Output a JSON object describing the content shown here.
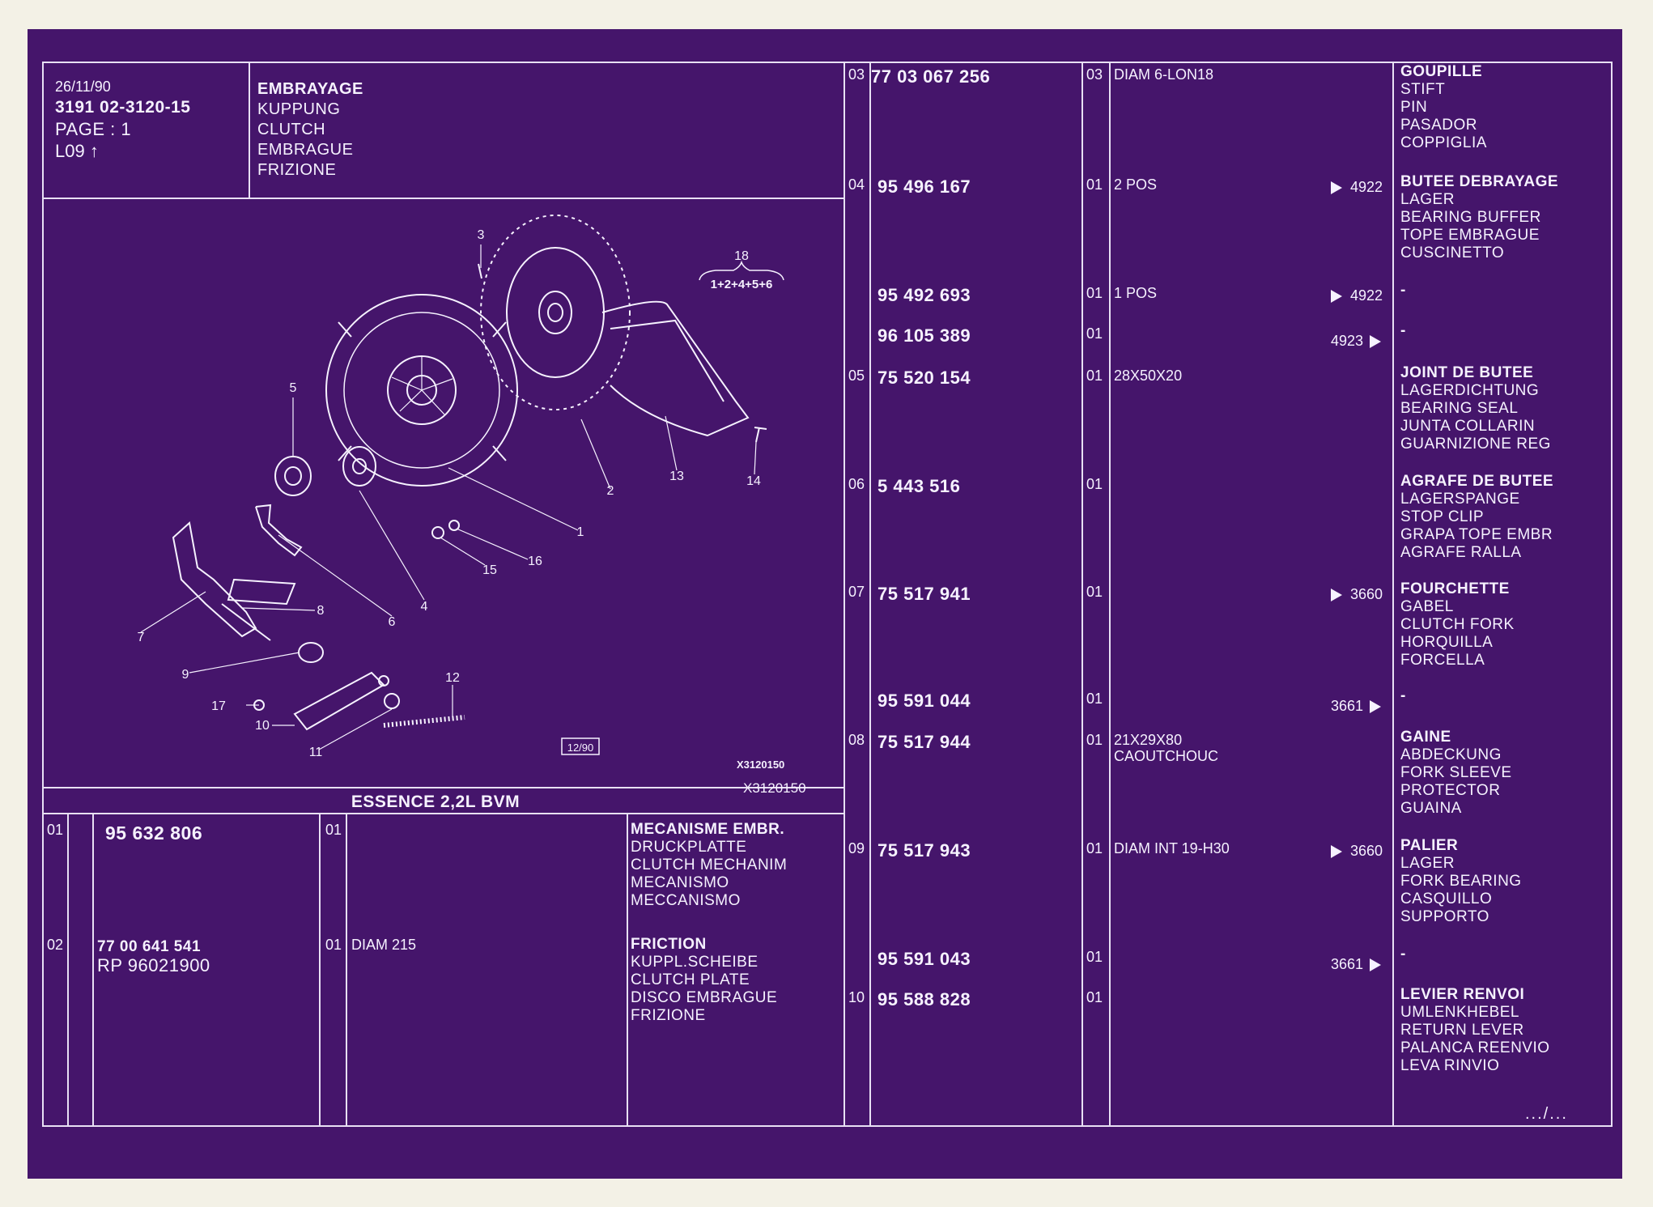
{
  "header": {
    "date": "26/11/90",
    "ref_number": "3191  02-3120-15",
    "page": "PAGE : 1",
    "code": "L09",
    "titles": [
      "EMBRAYAGE",
      "KUPPUNG",
      "CLUTCH",
      "EMBRAGUE",
      "FRIZIONE"
    ]
  },
  "diagram": {
    "stamp": "12/90",
    "code_small": "X3120150",
    "code_large": "X3120150",
    "group_label": "18",
    "group_formula": "1+2+4+5+6",
    "callouts": [
      "1",
      "2",
      "3",
      "4",
      "5",
      "6",
      "7",
      "8",
      "9",
      "10",
      "11",
      "12",
      "13",
      "14",
      "15",
      "16",
      "17"
    ]
  },
  "section_title": "ESSENCE 2,2L BVM",
  "left_rows": [
    {
      "item": "01",
      "part": "95 632 806",
      "part2": "",
      "qty": "01",
      "spec": "",
      "desc": [
        "MECANISME EMBR.",
        "DRUCKPLATTE",
        "CLUTCH MECHANIM",
        "MECANISMO",
        "MECCANISMO"
      ]
    },
    {
      "item": "02",
      "part": "77 00 641 541",
      "part2": "RP  96021900",
      "qty": "01",
      "spec": "DIAM 215",
      "desc": [
        "FRICTION",
        "KUPPL.SCHEIBE",
        "CLUTCH PLATE",
        "DISCO EMBRAGUE",
        "FRIZIONE"
      ]
    }
  ],
  "right_rows": [
    {
      "item": "03",
      "part": "77 03 067 256",
      "qty": "03",
      "spec": [
        "DIAM 6-LON18"
      ],
      "ref": "",
      "desc": [
        "GOUPILLE",
        "STIFT",
        "PIN",
        "PASADOR",
        "COPPIGLIA"
      ]
    },
    {
      "item": "04",
      "part": "95 496 167",
      "qty": "01",
      "spec": [
        "2 POS"
      ],
      "ref": "4922",
      "desc": [
        "BUTEE DEBRAYAGE",
        "LAGER",
        "BEARING BUFFER",
        "TOPE EMBRAGUE",
        "CUSCINETTO"
      ]
    },
    {
      "item": "",
      "part": "95 492 693",
      "qty": "01",
      "spec": [
        "1 POS"
      ],
      "ref": "4922",
      "desc": [
        "-"
      ]
    },
    {
      "item": "",
      "part": "96 105 389",
      "qty": "01",
      "spec": [],
      "ref": "4923",
      "desc": [
        "-"
      ]
    },
    {
      "item": "05",
      "part": "75 520 154",
      "qty": "01",
      "spec": [
        "28X50X20"
      ],
      "ref": "",
      "desc": [
        "JOINT DE BUTEE",
        "LAGERDICHTUNG",
        "BEARING SEAL",
        "JUNTA COLLARIN",
        "GUARNIZIONE REG"
      ]
    },
    {
      "item": "06",
      "part": "5 443 516",
      "qty": "01",
      "spec": [],
      "ref": "",
      "desc": [
        "AGRAFE DE BUTEE",
        "LAGERSPANGE",
        "STOP CLIP",
        "GRAPA TOPE EMBR",
        "AGRAFE RALLA"
      ]
    },
    {
      "item": "07",
      "part": "75 517 941",
      "qty": "01",
      "spec": [],
      "ref": "3660",
      "desc": [
        "FOURCHETTE",
        "GABEL",
        "CLUTCH FORK",
        "HORQUILLA",
        "FORCELLA"
      ]
    },
    {
      "item": "",
      "part": "95 591 044",
      "qty": "01",
      "spec": [],
      "ref": "3661",
      "desc": [
        "-"
      ]
    },
    {
      "item": "08",
      "part": "75 517 944",
      "qty": "01",
      "spec": [
        "21X29X80",
        "CAOUTCHOUC"
      ],
      "ref": "",
      "desc": [
        "GAINE",
        "ABDECKUNG",
        "FORK SLEEVE",
        "PROTECTOR",
        "GUAINA"
      ]
    },
    {
      "item": "09",
      "part": "75 517 943",
      "qty": "01",
      "spec": [
        "DIAM INT 19-H30"
      ],
      "ref": "3660",
      "desc": [
        "PALIER",
        "LAGER",
        "FORK BEARING",
        "CASQUILLO",
        "SUPPORTO"
      ]
    },
    {
      "item": "",
      "part": "95 591 043",
      "qty": "01",
      "spec": [],
      "ref": "3661",
      "desc": [
        "-"
      ]
    },
    {
      "item": "10",
      "part": "95 588 828",
      "qty": "01",
      "spec": [],
      "ref": "",
      "desc": [
        "LEVIER RENVOI",
        "UMLENKHEBEL",
        "RETURN LEVER",
        "PALANCA REENVIO",
        "LEVA RINVIO"
      ]
    }
  ],
  "continuation": ".../..."
}
